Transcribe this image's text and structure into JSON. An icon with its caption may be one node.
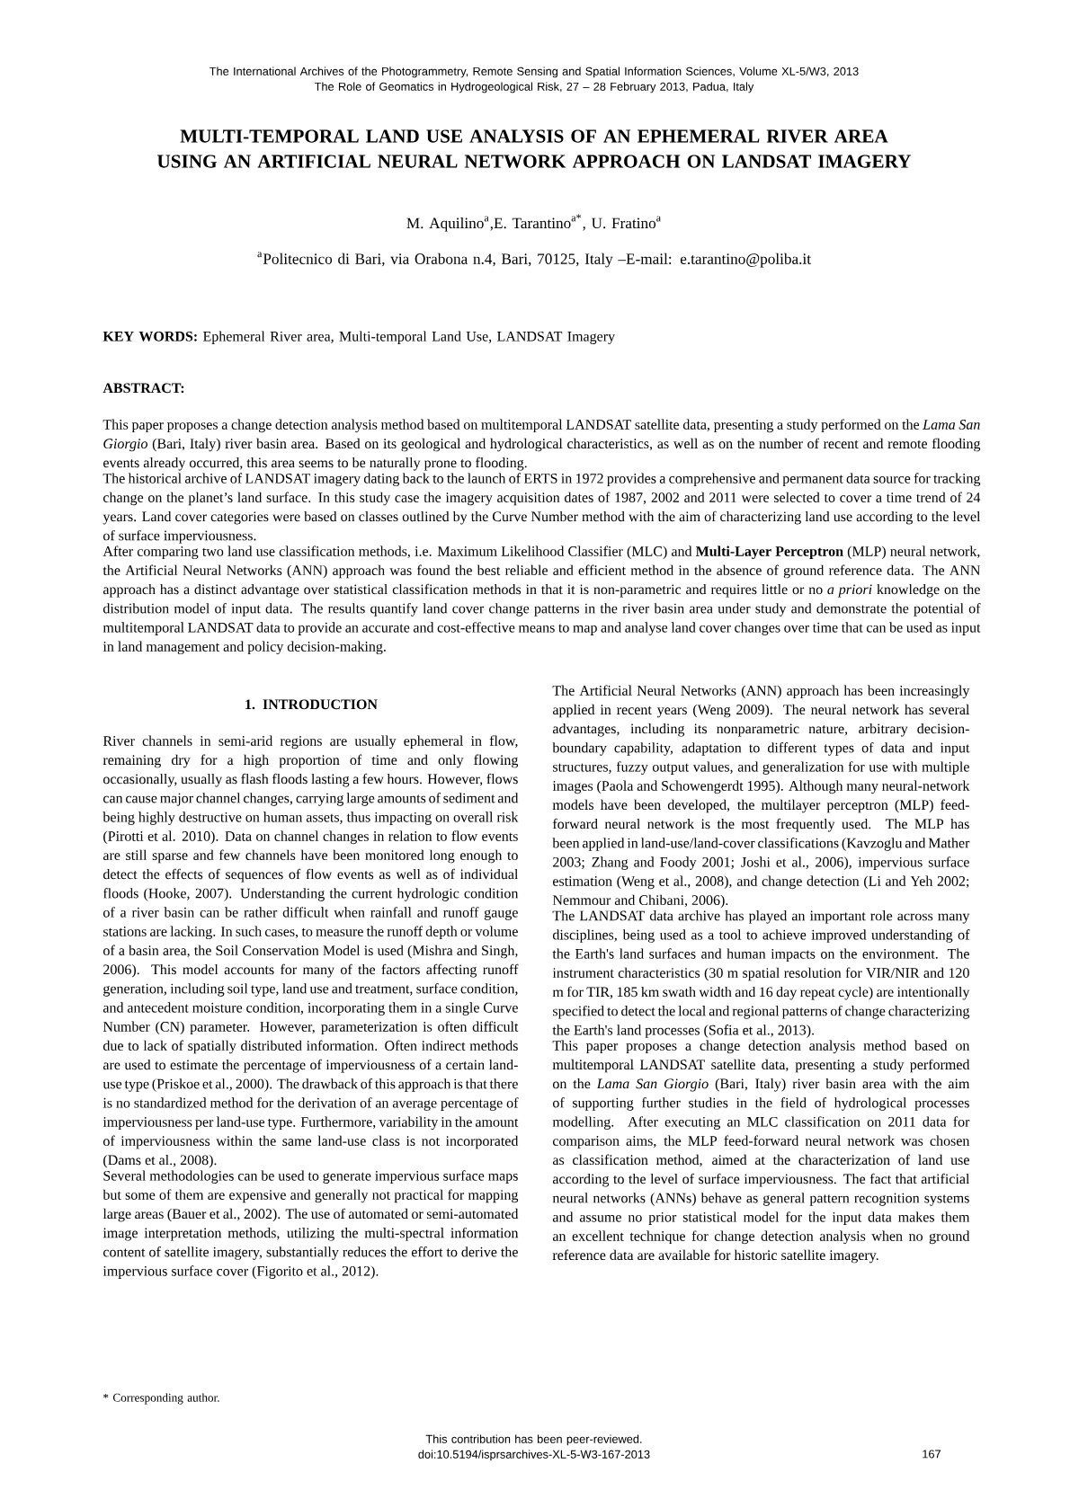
{
  "diagram": {
    "title": "MULTI-TEMPORAL LAND USE ANALYSIS OF AN EPHEMERAL RIVER AREA USING AN ARTIFICIAL NEURAL NETWORK APPROACH ON LANDSAT IMAGERY",
    "labels": [
      "The International Archives of the Photogrammetry, Remote Sensing and Spatial Information Sciences, Volume XL-5/W3, 2013",
      "The Role of Geomatics in Hydrogeological Risk, 27 – 28 February 2013, Padua, Italy",
      "M. Aquilino$^{a}$,E. Tarantino$^{a*}$, U. Fratino$^{a}$",
      "$^{a}$Politecnico di Bari, via Orabona n.4, Bari, 70125, Italy –E-mail: e.tarantino@poliba.it",
      "**KEY WORDS:** Ephemeral River area, Multi-temporal Land Use, LANDSAT Imagery",
      "ABSTRACT:",
      "This paper proposes a change detection analysis method based on multitemporal LANDSAT satellite data, presenting a study performed on the *Lama San Giorgio* (Bari, Italy) river basin area. Based on its geological and hydrological characteristics, as well as on the number of recent and remote flooding events already occurred, this area seems to be naturally prone to flooding.",
      "The historical archive of LANDSAT imagery dating back to the launch of ERTS in 1972 provides a comprehensive and permanent data source for tracking change on the planet’s land surface. In this study case the imagery acquisition dates of 1987, 2002 and 2011 were selected to cover a time trend of 24 years. Land cover categories were based on classes outlined by the Curve Number method with the aim of characterizing land use according to the level of surface imperviousness.",
      "After comparing two land use classification methods, i.e. Maximum Likelihood Classifier (MLC) and **Multi-Layer Perceptron** (MLP) neural network, the Artificial Neural Networks (ANN) approach was found the best reliable and efficient method in the absence of ground reference data. The ANN approach has a distinct advantage over statistical classification methods in that it is non-parametric and requires little or no *a priori* knowledge on the distribution model of input data. The results quantify land cover change patterns in the river basin area under study and demonstrate the potential of multitemporal LANDSAT data to provide an accurate and cost-effective means to map and analyse land cover changes over time that can be used as input in land management and policy decision-making.",
      "1. INTRODUCTION",
      "River channels in semi-arid regions are usually ephemeral in flow, remaining dry for a high proportion of time and only flowing occasionally, usually as flash floods lasting a few hours. However, flows can cause major channel changes, carrying large amounts of sediment and being highly destructive on human assets, thus impacting on overall risk (Pirotti et al. 2010). Data on channel changes in relation to flow events are still sparse and few channels have been monitored long enough to detect the effects of sequences of flow events as well as of individual floods (Hooke, 2007). Understanding the current hydrologic condition of a river basin can be rather difficult when rainfall and runoff gauge stations are lacking. In such cases, to measure the runoff depth or volume of a basin area, the Soil Conservation Model is used (Mishra and Singh, 2006). This model accounts for many of the factors affecting runoff generation, including soil type, land use and treatment, surface condition, and antecedent moisture condition, incorporating them in a single Curve Number (CN) parameter. However, parameterization is often difficult due to lack of spatially distributed information. Often indirect methods are used to estimate the percentage of imperviousness of a certain land-use type (Priskoe et al., 2000). The drawback of this approach is that there is no standardized method for the derivation of an average percentage of imperviousness per land-use type. Furthermore, variability in the amount of imperviousness within the same land-use class is not incorporated (Dams et al., 2008).",
      "Several methodologies can be used to generate impervious surface maps but some of them are expensive and generally not practical for mapping large areas (Bauer et al., 2002). The use of automated or semi-automated image interpretation methods, utilizing the multi-spectral information content of satellite imagery, substantially reduces the effort to derive the impervious surface cover (Figorito et al., 2012).",
      "The Artificial Neural Networks (ANN) approach has been increasingly applied in recent years (Weng 2009). The neural network has several advantages, including its nonparametric nature, arbitrary decision-boundary capability, adaptation to different types of data and input structures, fuzzy output values, and generalization for use with multiple images (Paola and Schowengerdt 1995). Although many neural-network models have been developed, the multilayer perceptron (MLP) feed-forward neural network is the most frequently used. The MLP has been applied in land-use/land-cover classifications (Kavzoglu and Mather 2003; Zhang and Foody 2001; Joshi et al., 2006), impervious surface estimation (Weng et al., 2008), and change detection (Li and Yeh 2002; Nemmour and Chibani, 2006).",
      "The LANDSAT data archive has played an important role across many disciplines, being used as a tool to achieve improved understanding of the Earth's land surfaces and human impacts on the environment. The instrument characteristics (30 m spatial resolution for VIR/NIR and 120 m for TIR, 185 km swath width and 16 day repeat cycle) are intentionally specified to detect the local and regional patterns of change characterizing the Earth's land processes (Sofia et al., 2013).",
      "This paper proposes a change detection analysis method based on multitemporal LANDSAT satellite data, presenting a study performed on the *Lama San Giorgio* (Bari, Italy) river basin area with the aim of supporting further studies in the field of hydrological processes modelling. After executing an MLC classification on 2011 data for comparison aims, the MLP feed-forward neural network was chosen as classification method, aimed at the characterization of land use according to the level of surface imperviousness. The fact that artificial neural networks (ANNs) behave as general pattern recognition systems and assume no prior statistical model for the input data makes them an excellent technique for change detection analysis when no ground reference data are available for historic satellite imagery.",
      "* Corresponding author.",
      "This contribution has been peer-reviewed.",
      "doi:10.5194/isprsarchives-XL-5-W3-167-2013",
      "167"
    ]
  }
}
